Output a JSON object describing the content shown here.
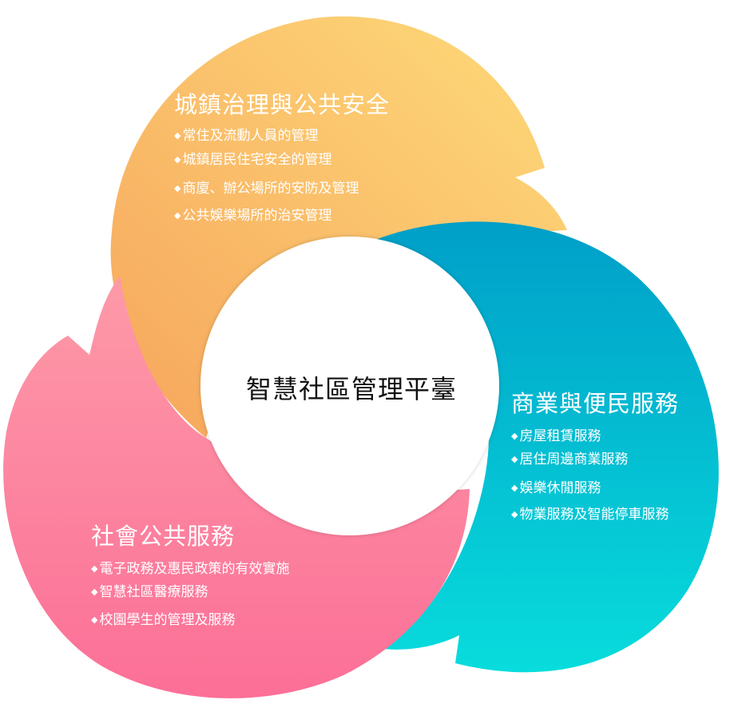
{
  "center": {
    "title": "智慧社區管理平臺"
  },
  "bullet_glyph": "◆",
  "sections": {
    "urban": {
      "title": "城鎮治理與公共安全",
      "items": [
        "常住及流動人員的管理",
        "城鎮居民住宅安全的管理",
        "商廈、辦公場所的安防及管理",
        "公共娛樂場所的治安管理"
      ],
      "colors": [
        "#f6a55c",
        "#fedb7a"
      ]
    },
    "business": {
      "title": "商業與便民服務",
      "items": [
        "房屋租賃服務",
        "居住周邊商業服務",
        "娛樂休閒服務",
        "物業服務及智能停車服務"
      ],
      "colors": [
        "#009fc8",
        "#08dcdc"
      ]
    },
    "social": {
      "title": "社會公共服務",
      "items": [
        "電子政務及惠民政策的有效實施",
        "智慧社區醫療服務",
        "校園學生的管理及服務"
      ],
      "colors": [
        "#fd9aa8",
        "#fc6f97"
      ]
    }
  }
}
